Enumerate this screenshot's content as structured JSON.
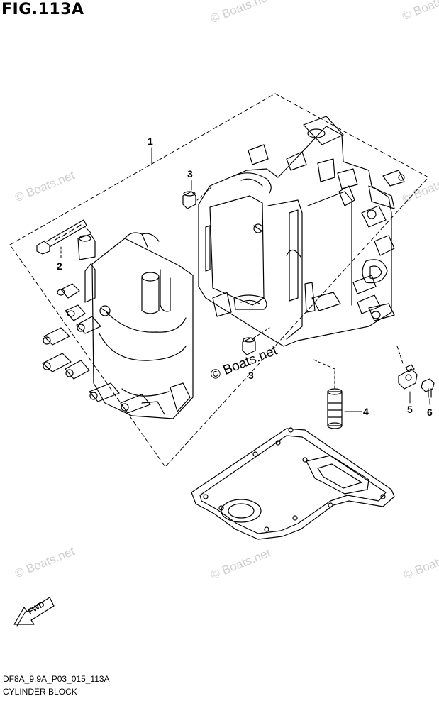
{
  "figure": {
    "title": "FIG.113A",
    "code": "DF8A_9.9A_P03_015_113A",
    "caption": "CYLINDER BLOCK"
  },
  "watermark": {
    "text": "© Boats.net",
    "main_text": "© Boats.net",
    "color": "#cfcfcf"
  },
  "callouts": [
    {
      "id": "1",
      "label": "1"
    },
    {
      "id": "2",
      "label": "2"
    },
    {
      "id": "3a",
      "label": "3"
    },
    {
      "id": "3b",
      "label": "3"
    },
    {
      "id": "4",
      "label": "4"
    },
    {
      "id": "5",
      "label": "5"
    },
    {
      "id": "6",
      "label": "6"
    }
  ],
  "fwd": {
    "label": "FWD",
    "icon": "forward-arrow-icon"
  }
}
